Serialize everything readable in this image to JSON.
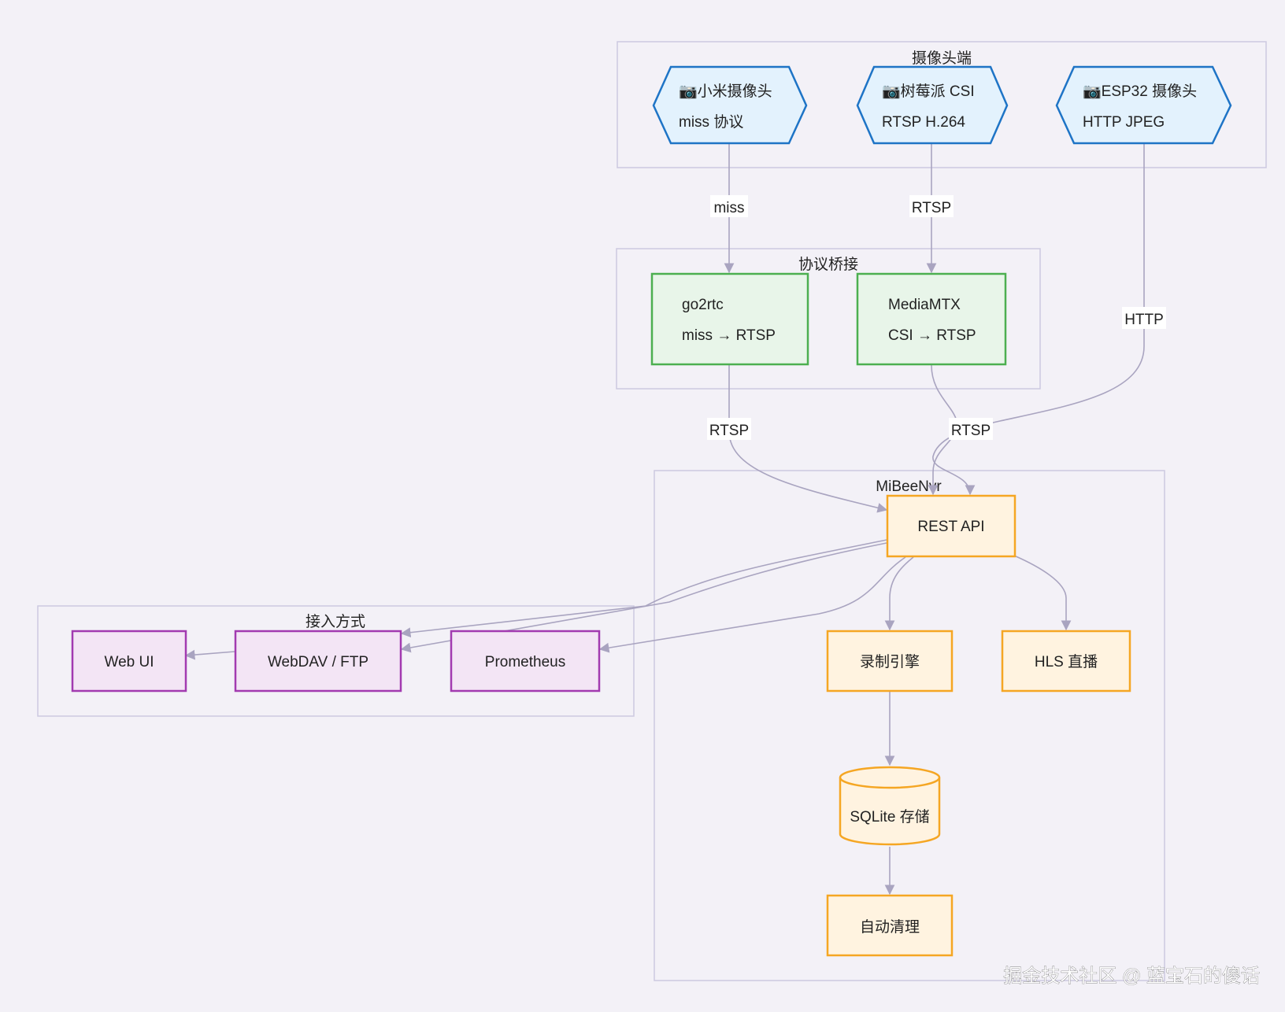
{
  "groups": {
    "cameras": "摄像头端",
    "bridge": "协议桥接",
    "core": "MiBeeNvr",
    "access": "接入方式"
  },
  "nodes": {
    "xiaomi": {
      "line1": "📷小米摄像头",
      "line2": "miss 协议"
    },
    "raspberry": {
      "line1": "📷树莓派 CSI",
      "line2": "RTSP H.264"
    },
    "esp32": {
      "line1": "📷ESP32 摄像头",
      "line2": "HTTP JPEG"
    },
    "go2rtc": {
      "line1": "go2rtc",
      "line2": "miss → RTSP"
    },
    "mediamtx": {
      "line1": "MediaMTX",
      "line2": "CSI → RTSP"
    },
    "rest_api": "REST API",
    "recorder": "录制引擎",
    "hls": "HLS 直播",
    "sqlite": "SQLite 存储",
    "cleanup": "自动清理",
    "web_ui": "Web UI",
    "webdav": "WebDAV / FTP",
    "prometheus": "Prometheus"
  },
  "edge_labels": {
    "xiaomi_go2rtc": "miss",
    "raspberry_mediamtx": "RTSP",
    "esp32_http": "HTTP",
    "go2rtc_api": "RTSP",
    "mediamtx_api": "RTSP"
  },
  "colors": {
    "camera_border": "#1e74c6",
    "bridge_border": "#4caf50",
    "core_border": "#f5a623",
    "access_border": "#a23ab0",
    "edge": "#a9a4c0"
  },
  "watermark": "掘金技术社区 @ 蓝宝石的傻话"
}
